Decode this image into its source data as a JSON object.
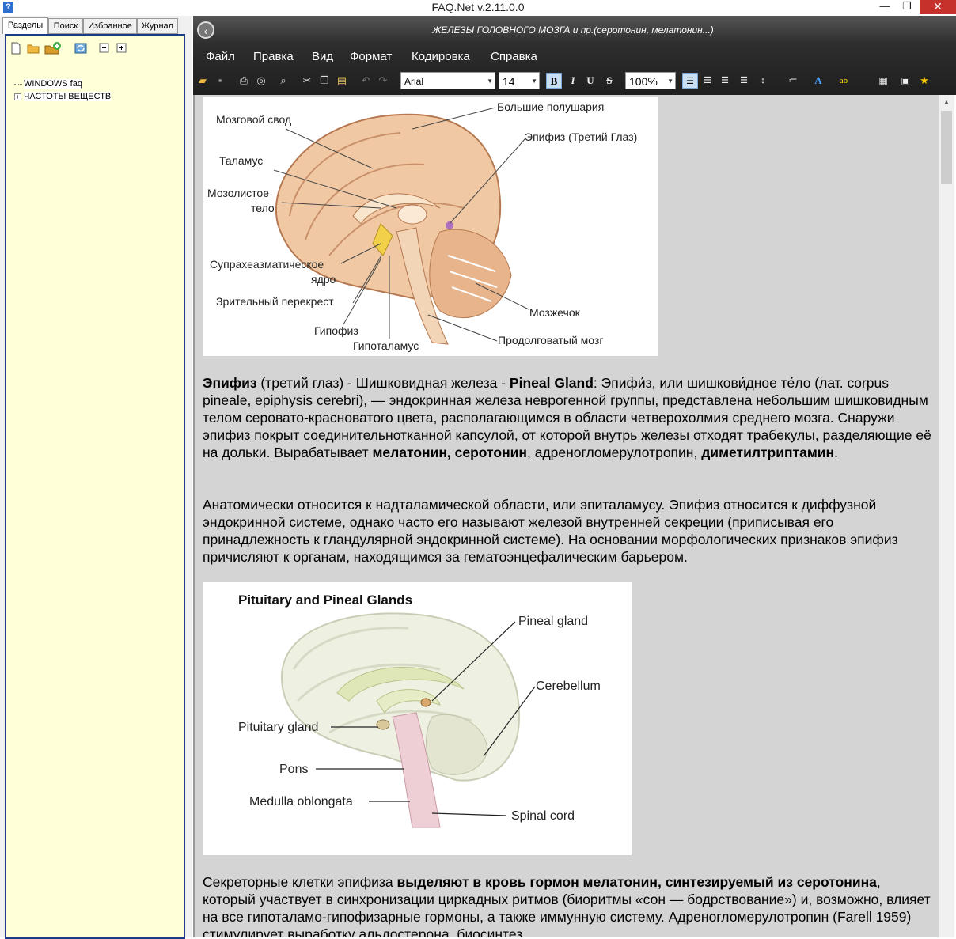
{
  "window": {
    "title": "FAQ.Net v.2.11.0.0",
    "minimize": "—",
    "maximize": "❐",
    "close": "✕"
  },
  "sidebar": {
    "tabs": [
      "Разделы",
      "Поиск",
      "Избранное",
      "Журнал"
    ],
    "tree": [
      {
        "label": "WINDOWS faq",
        "expandable": false
      },
      {
        "label": "ЧАСТОТЫ ВЕЩЕСТВ",
        "expandable": true
      }
    ]
  },
  "document": {
    "title": "ЖЕЛЕЗЫ ГОЛОВНОГО МОЗГА и пр.(серотонин, мелатонин...)"
  },
  "menu": [
    "Файл",
    "Правка",
    "Вид",
    "Формат",
    "Кодировка",
    "Справка"
  ],
  "toolbar": {
    "font": "Arial",
    "size": "14",
    "zoom": "100%"
  },
  "figure1": {
    "labels": {
      "a": "Большие полушария",
      "b": "Мозговой свод",
      "c": "Эпифиз (Третий Глаз)",
      "d": "Таламус",
      "e": "Мозолистое",
      "f": "тело",
      "g": "Супрахеазматическое",
      "h": "ядро",
      "i": "Зрительный перекрест",
      "j": "Мозжечок",
      "k": "Гипофиз",
      "l": "Продолговатый мозг",
      "m": "Гипоталамус"
    }
  },
  "figure2": {
    "title": "Pituitary and Pineal Glands",
    "labels": {
      "a": "Pineal gland",
      "b": "Cerebellum",
      "c": "Pituitary gland",
      "d": "Pons",
      "e": "Medulla oblongata",
      "f": "Spinal cord"
    }
  },
  "paragraphs": {
    "p1": {
      "s1": "Эпифиз",
      "s2": " (третий глаз) - Шишковидная железа - ",
      "s3": "Pineal Gland",
      "s4": ": Эпифи́з, или шишкови́дное те́ло (лат. corpus pineale, epiphysis cerebri), — эндокринная железа неврогенной группы, представлена небольшим шишковидным телом серовато-красноватого цвета, располагающимся в области четверохолмия среднего мозга. Снаружи эпифиз покрыт соединительнотканной капсулой, от которой внутрь железы отходят трабекулы, разделяющие её на дольки. Вырабатывает ",
      "s5": "мелатонин, серотонин",
      "s6": ", адреногломерулотропин, ",
      "s7": "диметилтриптамин",
      "s8": "."
    },
    "p2": "Анатомически относится к надталамической области, или эпиталамусу. Эпифиз относится к диффузной эндокринной системе, однако часто его называют железой внутренней секреции (приписывая его принадлежность к гландулярной эндокринной системе). На основании морфологических признаков эпифиз причисляют к органам, находящимся за гематоэнцефалическим барьером.",
    "p3": {
      "s1": "Секреторные клетки эпифиза ",
      "s2": "выделяют в кровь гормон мелатонин, синтезируемый из серотонина",
      "s3": ", который участвует в синхронизации циркадных ритмов (биоритмы «сон — бодрствование») и, возможно, влияет на все гипоталамо-гипофизарные гормоны, а также иммунную систему. Адреногломерулотропин (Farell 1959) стимулирует выработку альдостерона, биосинтез"
    }
  }
}
